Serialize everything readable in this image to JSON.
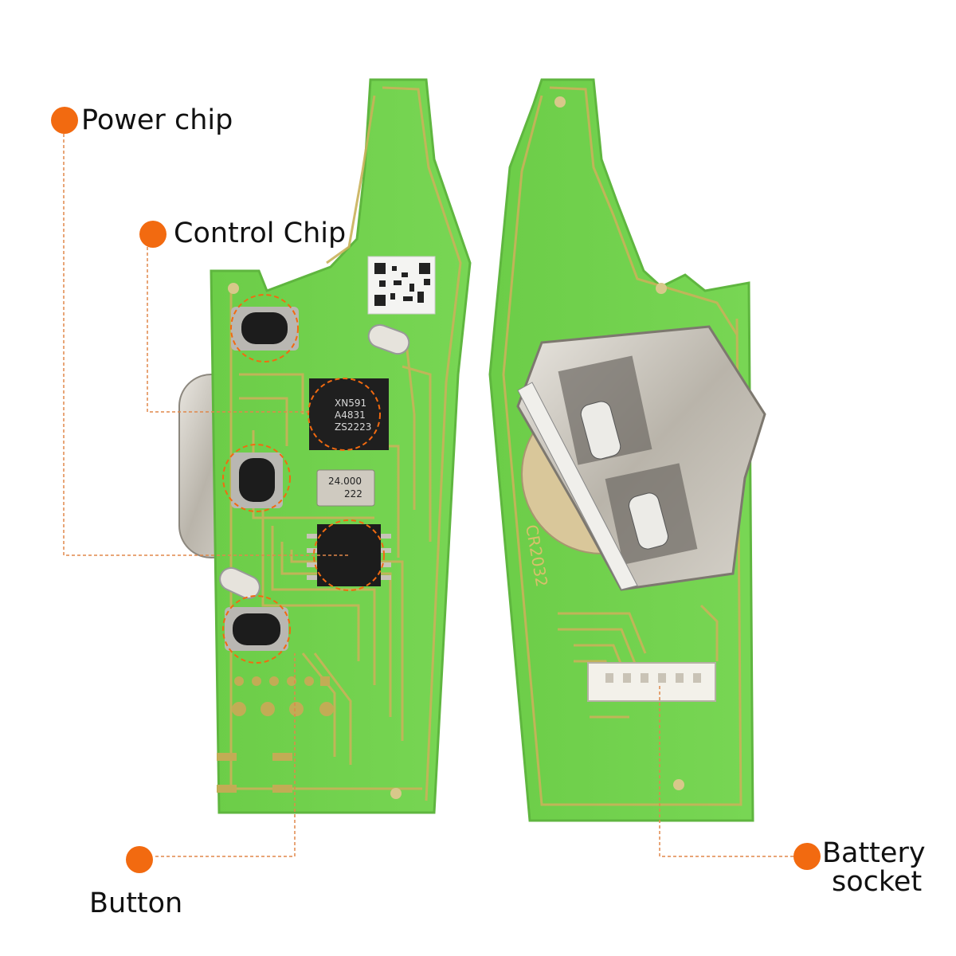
{
  "annotations": {
    "power_chip": "Power chip",
    "control_chip": "Control Chip",
    "button": "Button",
    "battery_socket_line1": "Battery",
    "battery_socket_line2": "socket"
  },
  "chip_markings": {
    "control_chip_line1": "XN591",
    "control_chip_line2": "A4831",
    "control_chip_line3": "ZS2223",
    "crystal_line1": "24.000",
    "crystal_line2": "222",
    "battery_type": "CR2032"
  },
  "colors": {
    "accent": "#f26a10",
    "pcb_green": "#6fd04a",
    "trace": "#c9b25a"
  }
}
